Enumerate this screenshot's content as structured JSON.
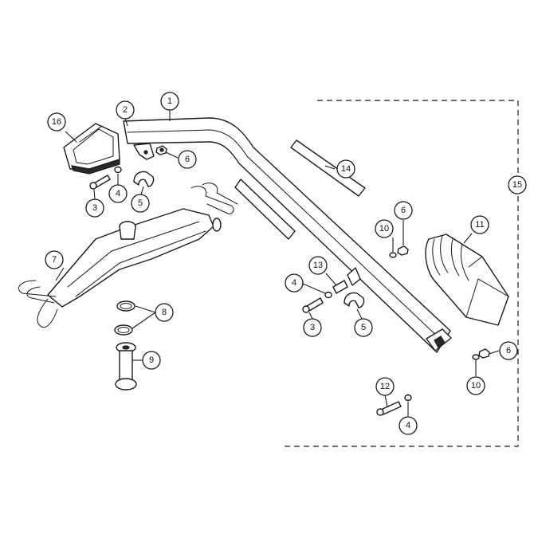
{
  "callouts": [
    {
      "id": "1",
      "label": "1"
    },
    {
      "id": "2",
      "label": "2"
    },
    {
      "id": "3a",
      "label": "3"
    },
    {
      "id": "3b",
      "label": "3"
    },
    {
      "id": "4a",
      "label": "4"
    },
    {
      "id": "4b",
      "label": "4"
    },
    {
      "id": "4c",
      "label": "4"
    },
    {
      "id": "5a",
      "label": "5"
    },
    {
      "id": "5b",
      "label": "5"
    },
    {
      "id": "6a",
      "label": "6"
    },
    {
      "id": "6b",
      "label": "6"
    },
    {
      "id": "6c",
      "label": "6"
    },
    {
      "id": "7",
      "label": "7"
    },
    {
      "id": "8",
      "label": "8"
    },
    {
      "id": "9",
      "label": "9"
    },
    {
      "id": "10a",
      "label": "10"
    },
    {
      "id": "10b",
      "label": "10"
    },
    {
      "id": "11",
      "label": "11"
    },
    {
      "id": "12",
      "label": "12"
    },
    {
      "id": "13",
      "label": "13"
    },
    {
      "id": "14",
      "label": "14"
    },
    {
      "id": "15",
      "label": "15"
    },
    {
      "id": "16",
      "label": "16"
    }
  ]
}
